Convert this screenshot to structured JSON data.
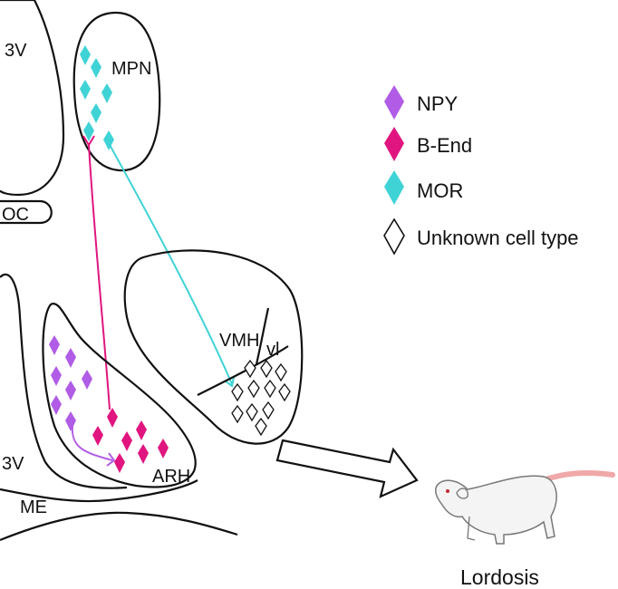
{
  "regions": {
    "third_ventricle_top": "3V",
    "optic_chiasm": "OC",
    "medial_preoptic_nucleus": "MPN",
    "ventromedial_hypothalamus": "VMH",
    "vmh_ventrolateral": "vl",
    "arcuate_nucleus": "ARH",
    "third_ventricle_bottom": "3V",
    "median_eminence": "ME"
  },
  "legend": {
    "items": [
      {
        "label": "NPY",
        "color": "#b05ce6",
        "icon": "diamond-filled"
      },
      {
        "label": "B-End",
        "color": "#e0157f",
        "icon": "diamond-filled"
      },
      {
        "label": "MOR",
        "color": "#3fd3d6",
        "icon": "diamond-filled"
      },
      {
        "label": "Unknown cell type",
        "color": "#ffffff",
        "icon": "diamond-outline"
      }
    ]
  },
  "outcome": {
    "label": "Lordosis",
    "icon": "rat-icon"
  },
  "colors": {
    "npy": "#b05ce6",
    "bend": "#e0157f",
    "mor": "#3fd3d6",
    "outline": "#111111",
    "rat_body": "#f4f4f4",
    "rat_tail": "#f0a8a8"
  }
}
